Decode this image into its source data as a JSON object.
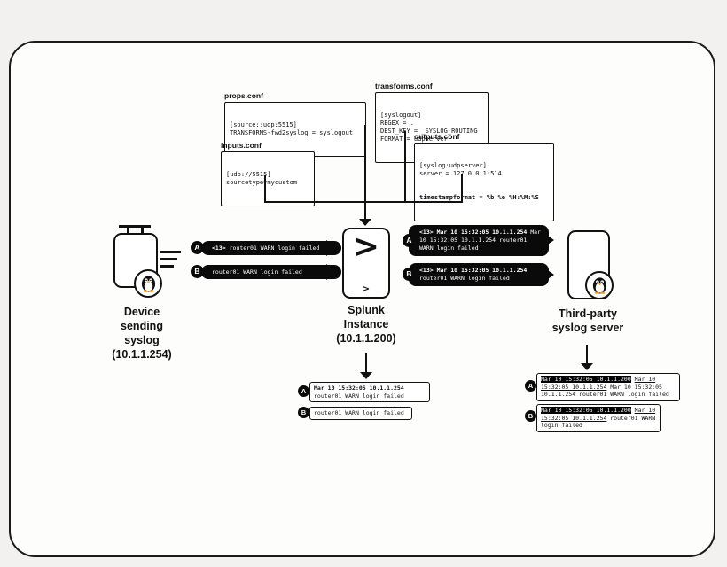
{
  "diagram": {
    "colors": {
      "ink": "#111111",
      "page_bg": "#f2f1ef",
      "panel_bg": "#fdfdfc",
      "message_bg": "#0a0a0a",
      "message_text": "#ffffff",
      "highlight_bg": "#000000",
      "penguin_beak": "#e89b2d"
    },
    "config_boxes": {
      "props": {
        "title": "props.conf",
        "lines": [
          "[source::udp:5515]",
          "TRANSFORMS-fwd2syslog = syslogout"
        ]
      },
      "transforms": {
        "title": "transforms.conf",
        "lines": [
          "[syslogout]",
          "REGEX = .",
          "DEST_KEY = _SYSLOG_ROUTING",
          "FORMAT = udpserver"
        ]
      },
      "inputs": {
        "title": "inputs.conf",
        "lines": [
          "[udp://5515]",
          "sourcetype=mycustom"
        ]
      },
      "outputs": {
        "title": "outputs.conf",
        "lines": [
          "[syslog:udpserver]",
          "server = 127.0.0.1:514"
        ],
        "bold_line": "timestampformat = %b %e %H:%M:%S"
      }
    },
    "nodes": {
      "device": {
        "label_lines": [
          "Device",
          "sending",
          "syslog",
          "(10.1.1.254)"
        ]
      },
      "splunk": {
        "label_lines": [
          "Splunk",
          "Instance",
          "(10.1.1.200)"
        ],
        "logo_glyph": ">",
        "logo_glyph_small": ">"
      },
      "third_party": {
        "label_lines": [
          "Third-party",
          "syslog server"
        ]
      }
    },
    "flows": {
      "device_to_splunk": [
        {
          "badge": "A",
          "segments": [
            {
              "t": "<13> ",
              "s": "b"
            },
            {
              "t": "router01 WARN login failed",
              "s": "p"
            }
          ]
        },
        {
          "badge": "B",
          "segments": [
            {
              "t": "router01 WARN login failed",
              "s": "p"
            }
          ]
        }
      ],
      "splunk_to_third_party": [
        {
          "badge": "A",
          "segments": [
            {
              "t": "<13> Mar 10 15:32:05 10.1.1.254 ",
              "s": "b"
            },
            {
              "t": "Mar 10 15:32:05 10.1.1.254 router01 WARN login failed",
              "s": "p"
            }
          ]
        },
        {
          "badge": "B",
          "segments": [
            {
              "t": "<13> Mar 10 15:32:05 10.1.1.254 ",
              "s": "b"
            },
            {
              "t": "router01 WARN login failed",
              "s": "p"
            }
          ]
        }
      ]
    },
    "outputs_lists": {
      "splunk_indexed": [
        {
          "badge": "A",
          "segments": [
            {
              "t": "Mar 10 15:32:05 10.1.1.254 ",
              "s": "b"
            },
            {
              "t": "router01 WARN login failed",
              "s": "p"
            }
          ]
        },
        {
          "badge": "B",
          "segments": [
            {
              "t": "router01 WARN login failed",
              "s": "p"
            }
          ]
        }
      ],
      "third_party_file": [
        {
          "badge": "A",
          "segments": [
            {
              "t": "Mar 10 15:32:05 10.1.1.200",
              "s": "i"
            },
            {
              "t": " ",
              "s": "p"
            },
            {
              "t": "Mar 10 15:32:05 10.1.1.254",
              "s": "u"
            },
            {
              "t": " Mar 10 15:32:05 10.1.1.254 router01 WARN login failed",
              "s": "p"
            }
          ]
        },
        {
          "badge": "B",
          "segments": [
            {
              "t": "Mar 10 15:32:05 10.1.1.200",
              "s": "i"
            },
            {
              "t": " ",
              "s": "p"
            },
            {
              "t": "Mar 10 15:32:05 10.1.1.254",
              "s": "u"
            },
            {
              "t": " router01 WARN login failed",
              "s": "p"
            }
          ]
        }
      ]
    }
  }
}
